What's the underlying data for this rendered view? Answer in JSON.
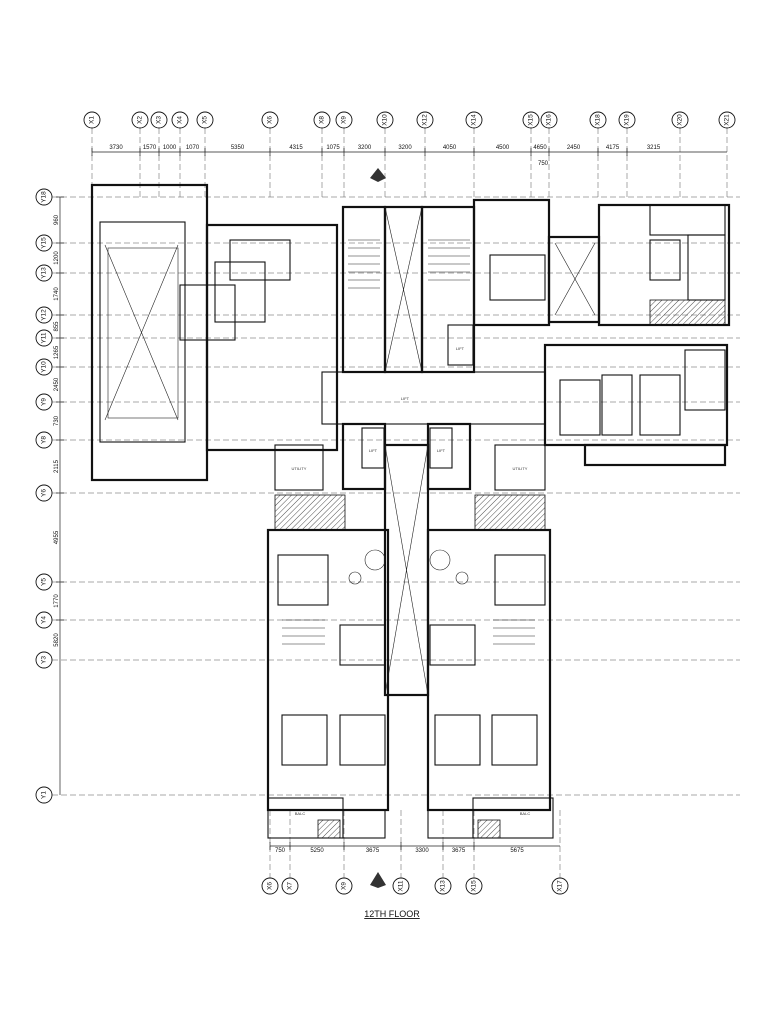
{
  "top_axes": [
    "X1",
    "X2",
    "X3",
    "X4",
    "X5",
    "X6",
    "X8",
    "X9",
    "X10",
    "X12",
    "X14",
    "X15",
    "X16",
    "X18",
    "X19",
    "X20",
    "X21"
  ],
  "top_dims": [
    "3730",
    "1570",
    "1000",
    "1070",
    "5350",
    "4315",
    "1075",
    "3200",
    "3200",
    "4050",
    "4500",
    "4650",
    "2450",
    "4175",
    "3215"
  ],
  "top_note": "750",
  "left_axes": [
    "Y18",
    "Y15",
    "Y13",
    "Y12",
    "Y11",
    "Y10",
    "Y9",
    "Y8",
    "Y6",
    "Y5",
    "Y4",
    "Y3",
    "Y1"
  ],
  "left_dims": [
    "960",
    "1200",
    "1740",
    "855",
    "1265",
    "2450",
    "730",
    "2115",
    "4955",
    "1770",
    "5820"
  ],
  "bottom_axes": [
    "X6",
    "X7",
    "X9",
    "X11",
    "X13",
    "X15",
    "X17"
  ],
  "bottom_dims": [
    "750",
    "5250",
    "3675",
    "3300",
    "3675",
    "5675"
  ],
  "room_labels": {
    "utility": "UTILITY",
    "lift": "LIFT",
    "balc": "BALC"
  },
  "floor_title": "12TH FLOOR"
}
